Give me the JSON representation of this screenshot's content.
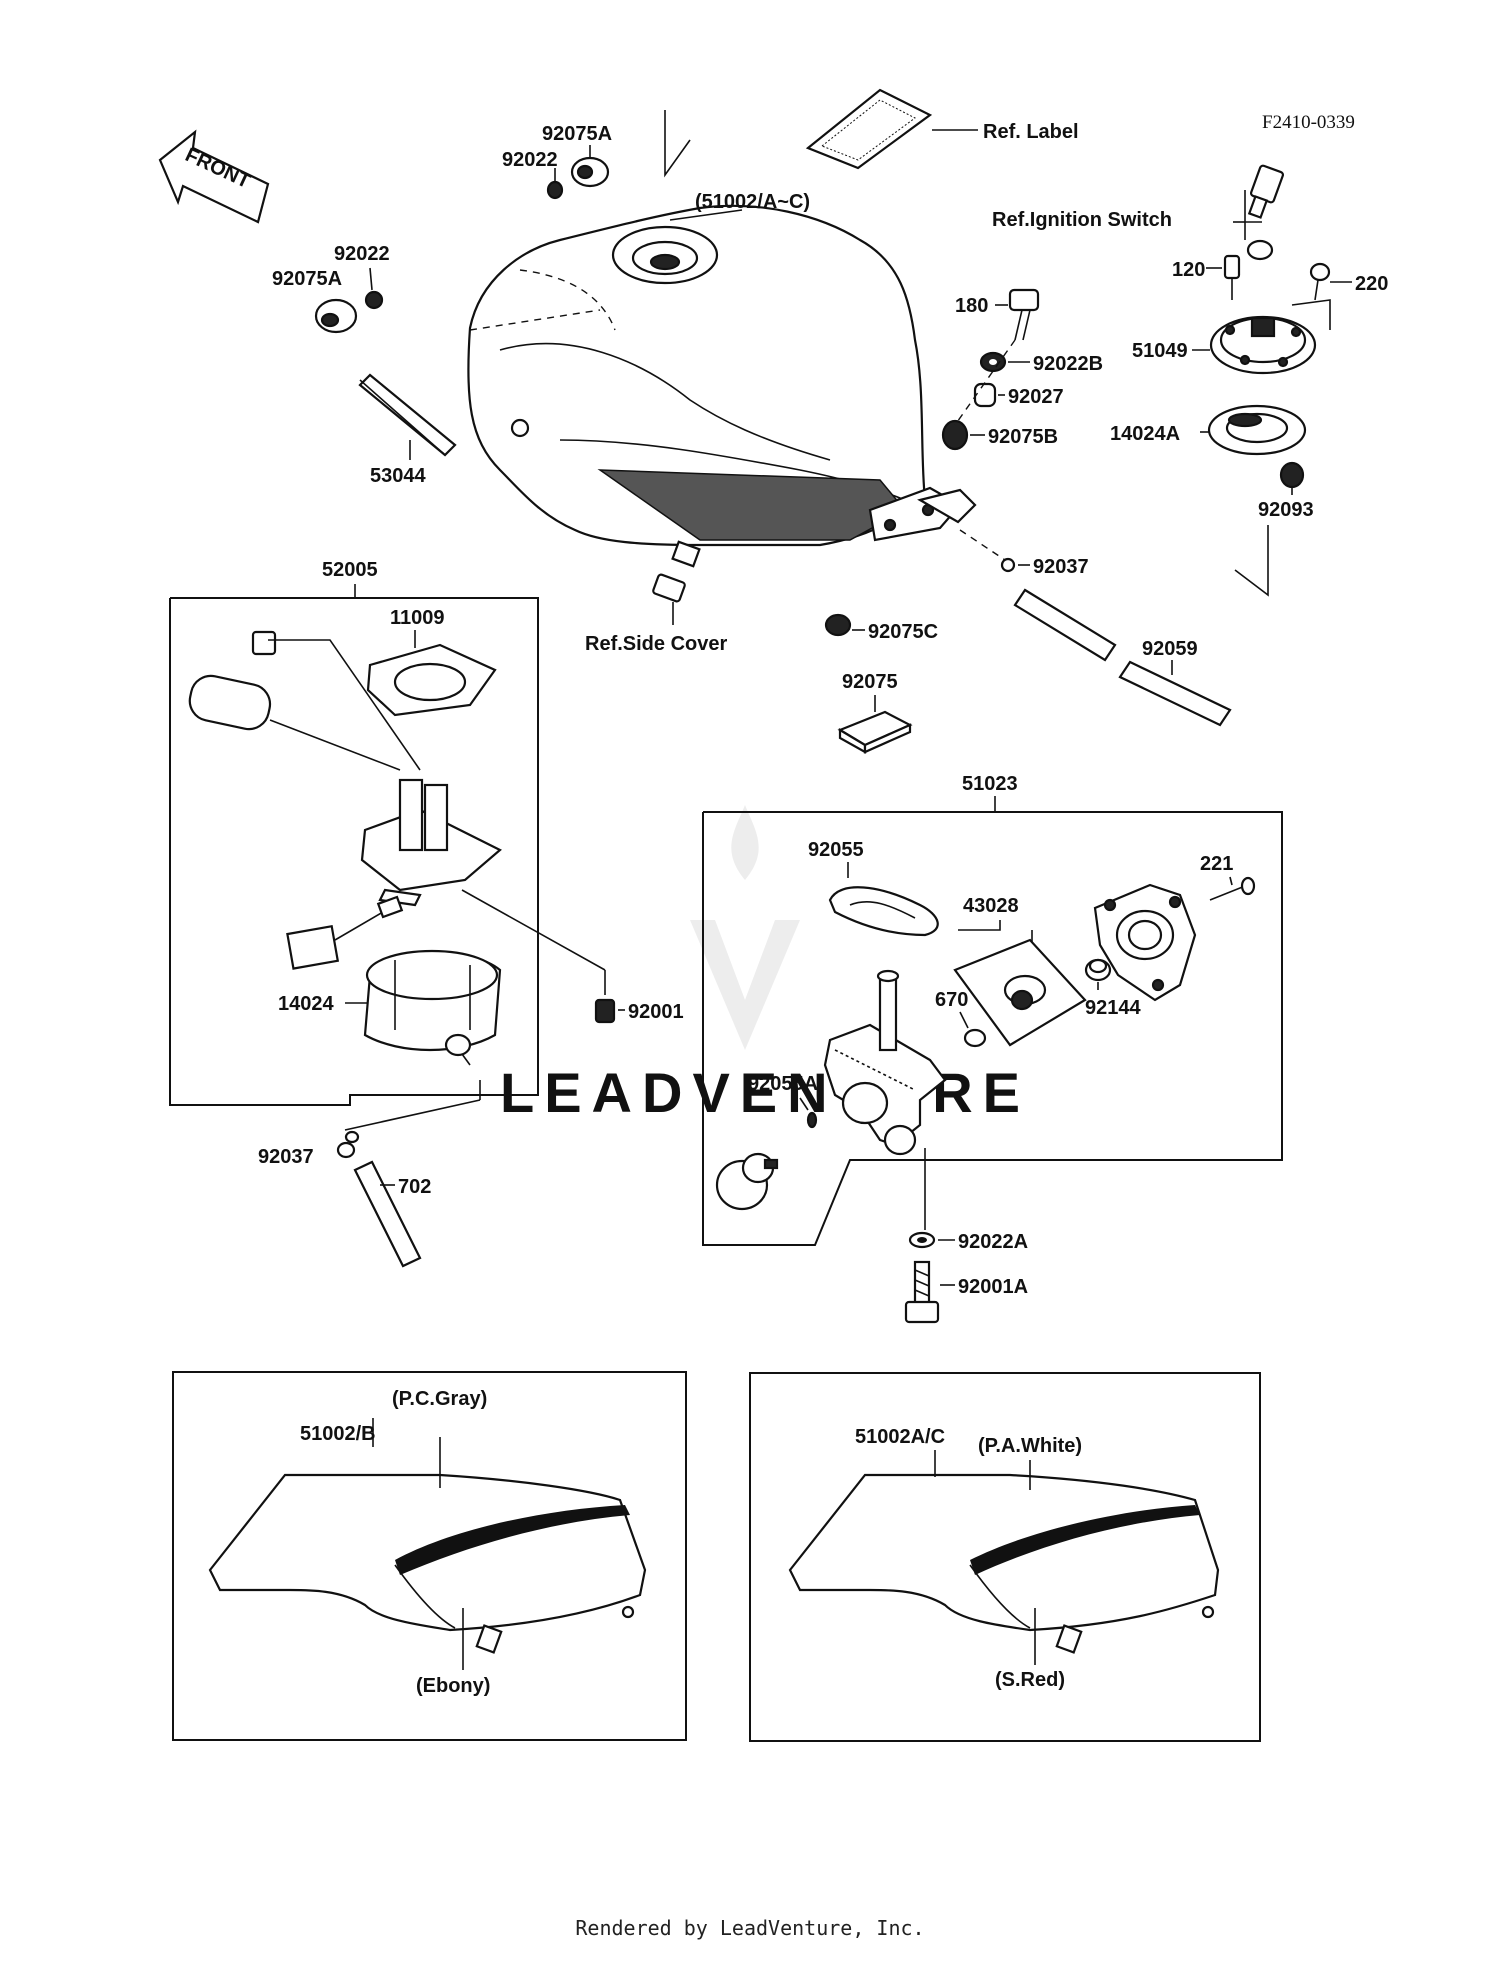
{
  "figure_code": "F2410-0339",
  "front_arrow": "FRONT",
  "refs": {
    "label": "Ref. Label",
    "ignition": "Ref.Ignition Switch",
    "side_cover": "Ref.Side Cover"
  },
  "parts": {
    "p92075A_top": "92075A",
    "p92022_top": "92022",
    "p92022_left": "92022",
    "p92075A_left": "92075A",
    "p51002": "(51002/A~C)",
    "p53044": "53044",
    "p180": "180",
    "p92022B": "92022B",
    "p92027": "92027",
    "p92075B": "92075B",
    "p120": "120",
    "p220": "220",
    "p51049": "51049",
    "p14024A": "14024A",
    "p92093": "92093",
    "p92037_right": "92037",
    "p92075C": "92075C",
    "p92059": "92059",
    "p92075": "92075",
    "p52005": "52005",
    "p11009": "11009",
    "p14024": "14024",
    "p92001": "92001",
    "p92037_left": "92037",
    "p702": "702",
    "p51023": "51023",
    "p92055": "92055",
    "p43028": "43028",
    "p221": "221",
    "p670": "670",
    "p92144": "92144",
    "p92055A": "92055A",
    "p92022A": "92022A",
    "p92001A": "92001A"
  },
  "variants": [
    {
      "part": "51002/B",
      "top_color": "(P.C.Gray)",
      "bottom_color": "(Ebony)"
    },
    {
      "part": "51002A/C",
      "top_color": "(P.A.White)",
      "bottom_color": "(S.Red)"
    }
  ],
  "watermark": "LEADVENTURE",
  "footer": "Rendered by LeadVenture, Inc."
}
